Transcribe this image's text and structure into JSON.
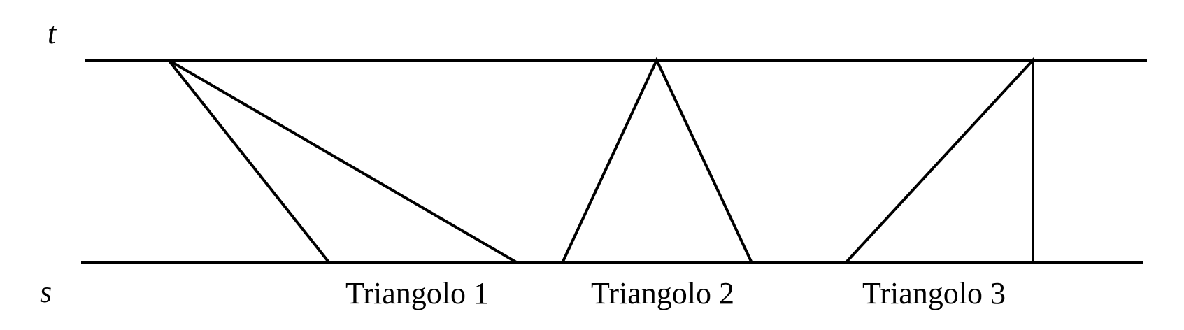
{
  "lines": {
    "top_label": "t",
    "bottom_label": "s"
  },
  "triangles": [
    {
      "label": "Triangolo 1"
    },
    {
      "label": "Triangolo 2"
    },
    {
      "label": "Triangolo 3"
    }
  ],
  "colors": {
    "stroke": "#000000",
    "background": "#ffffff"
  }
}
